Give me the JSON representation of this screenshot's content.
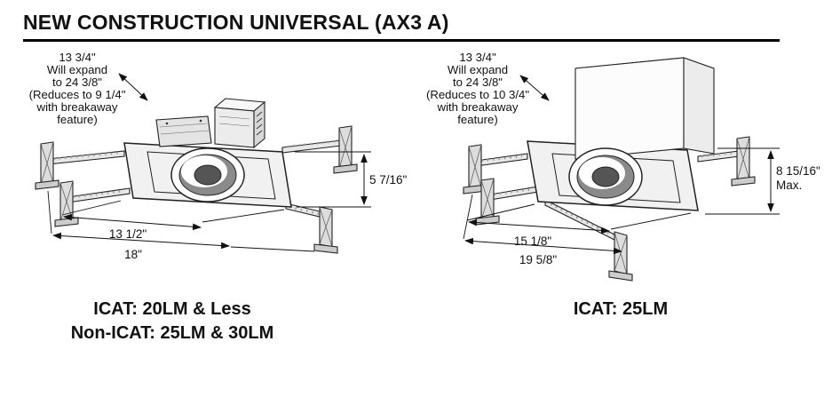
{
  "title": "NEW CONSTRUCTION UNIVERSAL (AX3 A)",
  "left": {
    "note": [
      "13 3/4\"",
      "Will expand",
      "to 24 3/8\"",
      "(Reduces to 9 1/4\"",
      "with breakaway",
      "feature)"
    ],
    "height": "5 7/16\"",
    "width_inner": "13 1/2\"",
    "width_outer": "18\"",
    "caption1": "ICAT: 20LM & Less",
    "caption2": "Non-ICAT: 25LM & 30LM"
  },
  "right": {
    "note": [
      "13 3/4\"",
      "Will expand",
      "to 24 3/8\"",
      "(Reduces to 10 3/4\"",
      "with breakaway",
      "feature)"
    ],
    "height1": "8 15/16\"",
    "height2": "Max.",
    "width_inner": "15 1/8\"",
    "width_outer": "19 5/8\"",
    "caption1": "ICAT: 25LM"
  }
}
